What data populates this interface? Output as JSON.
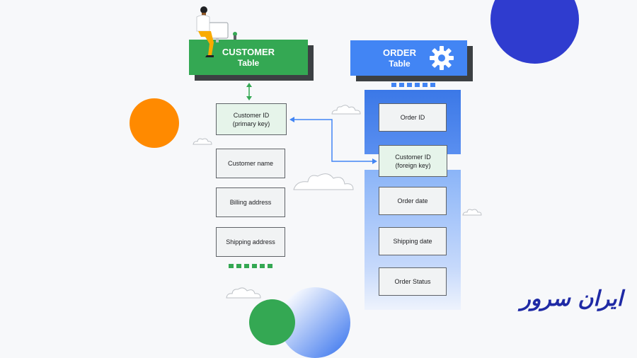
{
  "customer_table": {
    "title": "CUSTOMER",
    "subtitle": "Table",
    "color": "#34a853",
    "fields": [
      {
        "label": "Customer ID\n(primary key)",
        "key": true
      },
      {
        "label": "Customer name",
        "key": false
      },
      {
        "label": "Billing address",
        "key": false
      },
      {
        "label": "Shipping address",
        "key": false
      }
    ]
  },
  "order_table": {
    "title": "ORDER",
    "subtitle": "Table",
    "color": "#4285f4",
    "fields": [
      {
        "label": "Order ID",
        "key": false
      },
      {
        "label": "Customer ID\n(foreign key)",
        "key": true
      },
      {
        "label": "Order date",
        "key": false
      },
      {
        "label": "Shipping date",
        "key": false
      },
      {
        "label": "Order Status",
        "key": false
      }
    ]
  },
  "logo": {
    "text": "ایران سرور",
    "color": "#1f2aa5"
  },
  "icons": [
    "gear-icon",
    "person-at-desk-illustration",
    "cloud-icon"
  ],
  "colors": {
    "green": "#34a853",
    "blue": "#4285f4",
    "orange": "#ff8a00",
    "dark_blue": "#2f3ccf",
    "gray_shadow": "#3c4043"
  }
}
